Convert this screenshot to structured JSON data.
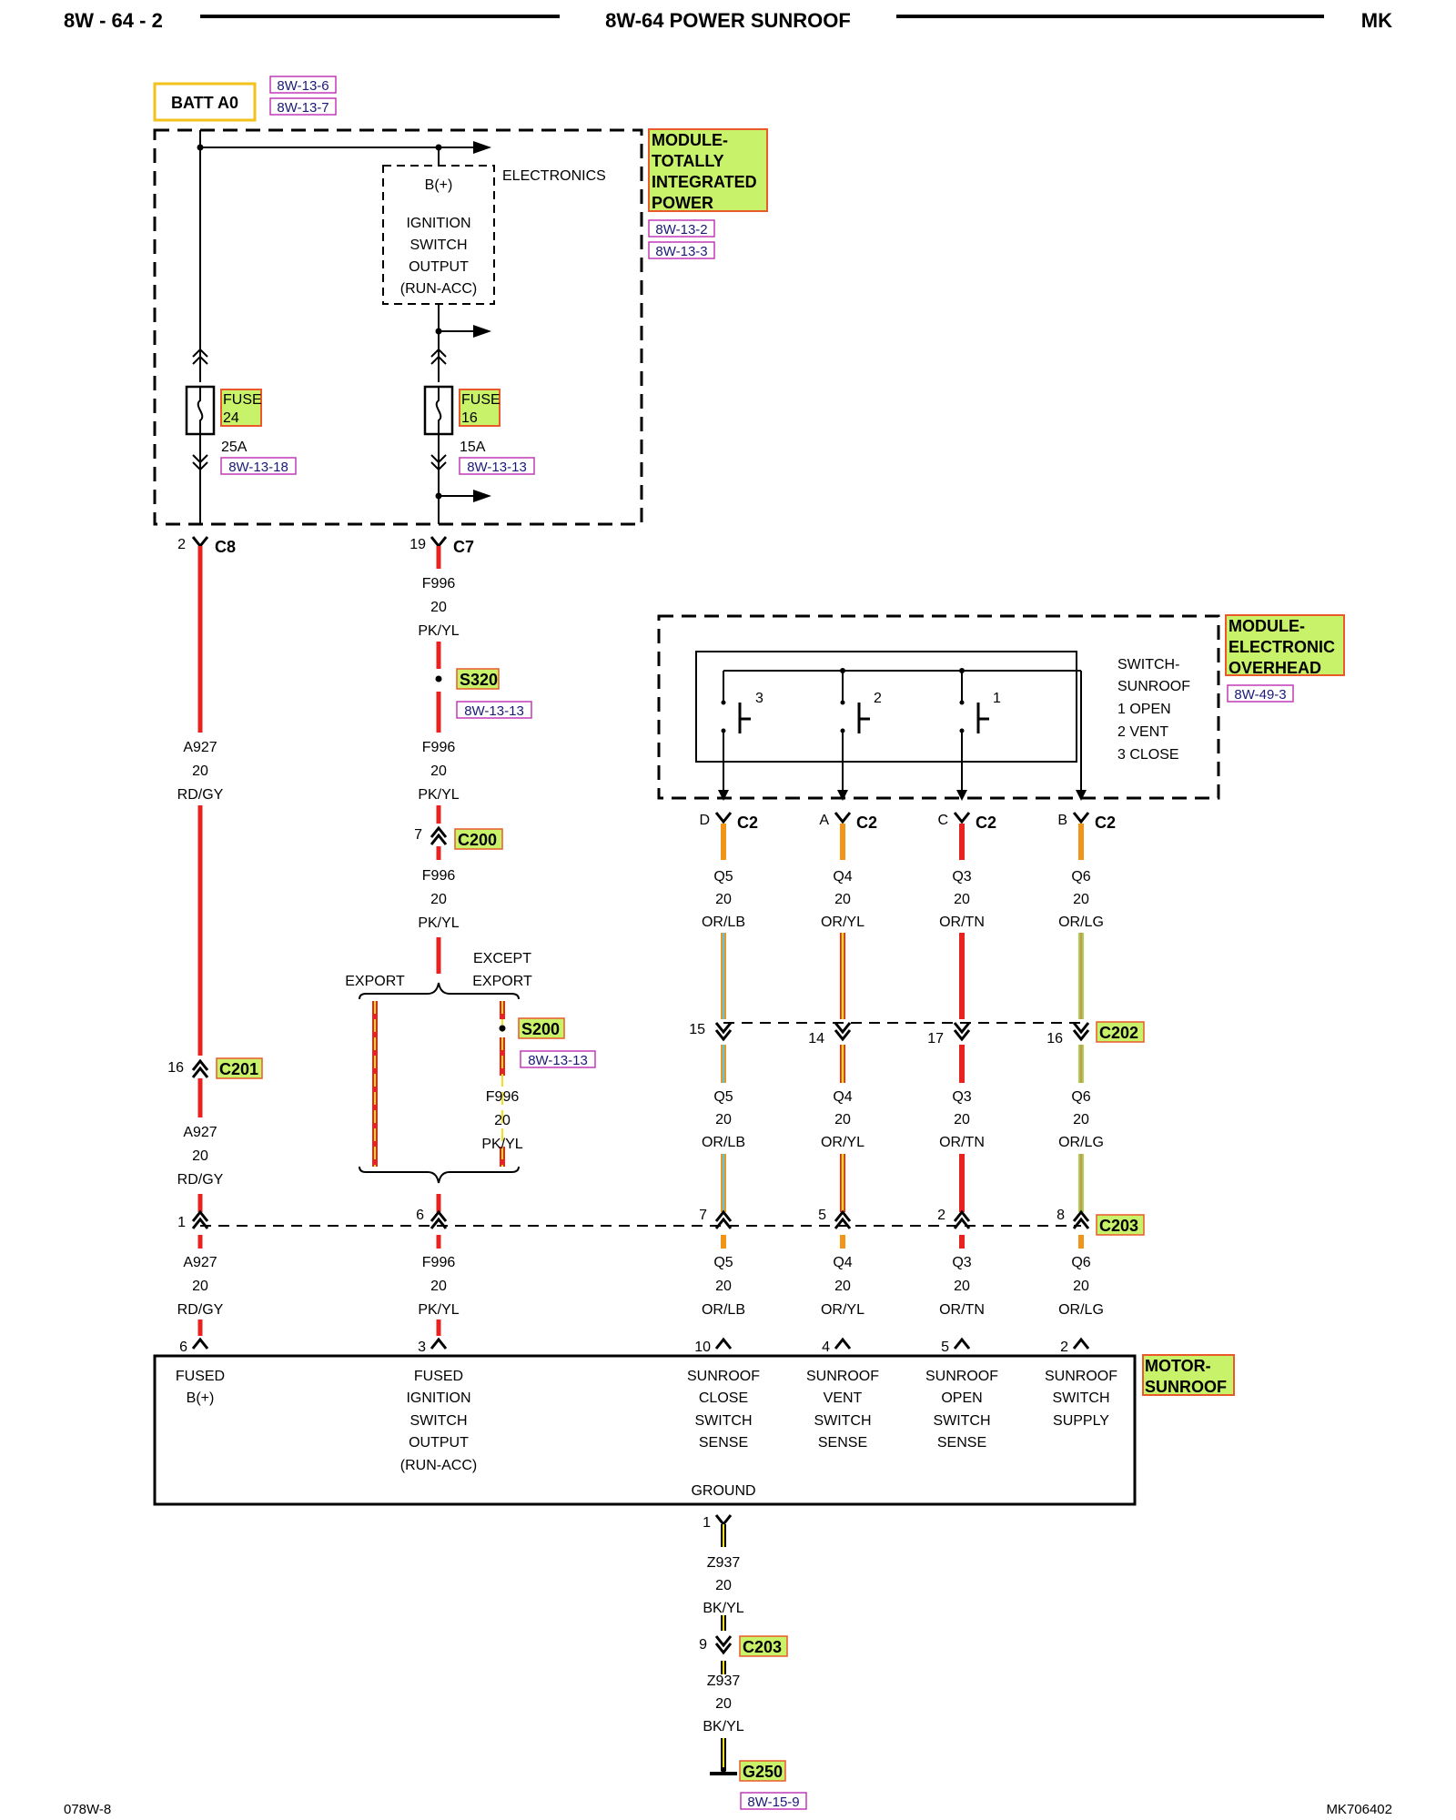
{
  "header": {
    "left": "8W - 64 - 2",
    "title": "8W-64 POWER SUNROOF",
    "right": "MK"
  },
  "footer": {
    "left": "078W-8",
    "right": "MK706402"
  },
  "colors": {
    "red": "#e8231f",
    "pink": "#f06a8a",
    "yellow": "#f3e21a",
    "orange": "#f29418",
    "lightblue": "#63c3d6",
    "tan": "#c49a5a",
    "lightgreen": "#a8d64a",
    "black": "#000000",
    "highlight": "#c9f26b",
    "ref_border": "#c23ab8"
  },
  "batt": {
    "label": "BATT A0",
    "refs": [
      "8W-13-6",
      "8W-13-7"
    ]
  },
  "tipm": {
    "name": [
      "MODULE-",
      "TOTALLY",
      "INTEGRATED",
      "POWER"
    ],
    "refs": [
      "8W-13-2",
      "8W-13-3"
    ],
    "electronics": "ELECTRONICS",
    "bplus": "B(+)",
    "ign_lines": [
      "IGNITION",
      "SWITCH",
      "OUTPUT",
      "(RUN-ACC)"
    ],
    "fuse24": {
      "label": [
        "FUSE",
        "24"
      ],
      "amp": "25A",
      "ref": "8W-13-18"
    },
    "fuse16": {
      "label": [
        "FUSE",
        "16"
      ],
      "amp": "15A",
      "ref": "8W-13-13"
    }
  },
  "connectors": {
    "c8": {
      "pin": "2",
      "name": "C8"
    },
    "c7": {
      "pin": "19",
      "name": "C7"
    },
    "s320": {
      "name": "S320",
      "ref": "8W-13-13"
    },
    "c200": {
      "pin": "7",
      "name": "C200"
    },
    "c201": {
      "pin": "16",
      "name": "C201"
    },
    "s200": {
      "name": "S200",
      "ref": "8W-13-13"
    },
    "c202": {
      "name": "C202",
      "pins": [
        "15",
        "14",
        "17",
        "16"
      ]
    },
    "c203": {
      "name": "C203",
      "pins": [
        "1",
        "6",
        "7",
        "5",
        "2",
        "8"
      ]
    },
    "c2": {
      "name": "C2",
      "pins": [
        "D",
        "A",
        "C",
        "B"
      ]
    },
    "motor_pins": [
      "6",
      "3",
      "10",
      "4",
      "5",
      "2"
    ],
    "ground_pin": "1",
    "c203b": {
      "pin": "9",
      "name": "C203"
    },
    "g250": {
      "name": "G250",
      "ref": "8W-15-9"
    }
  },
  "wires": {
    "a927": [
      "A927",
      "20",
      "RD/GY"
    ],
    "f996": [
      "F996",
      "20",
      "PK/YL"
    ],
    "q5": [
      "Q5",
      "20",
      "OR/LB"
    ],
    "q4": [
      "Q4",
      "20",
      "OR/YL"
    ],
    "q3": [
      "Q3",
      "20",
      "OR/TN"
    ],
    "q6": [
      "Q6",
      "20",
      "OR/LG"
    ],
    "z937": [
      "Z937",
      "20",
      "BK/YL"
    ]
  },
  "export": {
    "export": "EXPORT",
    "except": [
      "EXCEPT",
      "EXPORT"
    ]
  },
  "overhead": {
    "name": [
      "MODULE-",
      "ELECTRONIC",
      "OVERHEAD"
    ],
    "ref": "8W-49-3",
    "switch_lines": [
      "SWITCH-",
      "SUNROOF",
      "1 OPEN",
      "2 VENT",
      "3 CLOSE"
    ],
    "contacts": [
      "3",
      "2",
      "1"
    ]
  },
  "motor": {
    "name": [
      "MOTOR-",
      "SUNROOF"
    ],
    "fused_bplus": [
      "FUSED",
      "B(+)"
    ],
    "fused_ign": [
      "FUSED",
      "IGNITION",
      "SWITCH",
      "OUTPUT",
      "(RUN-ACC)"
    ],
    "close": [
      "SUNROOF",
      "CLOSE",
      "SWITCH",
      "SENSE"
    ],
    "vent": [
      "SUNROOF",
      "VENT",
      "SWITCH",
      "SENSE"
    ],
    "open": [
      "SUNROOF",
      "OPEN",
      "SWITCH",
      "SENSE"
    ],
    "supply": [
      "SUNROOF",
      "SWITCH",
      "SUPPLY"
    ],
    "ground": "GROUND"
  }
}
